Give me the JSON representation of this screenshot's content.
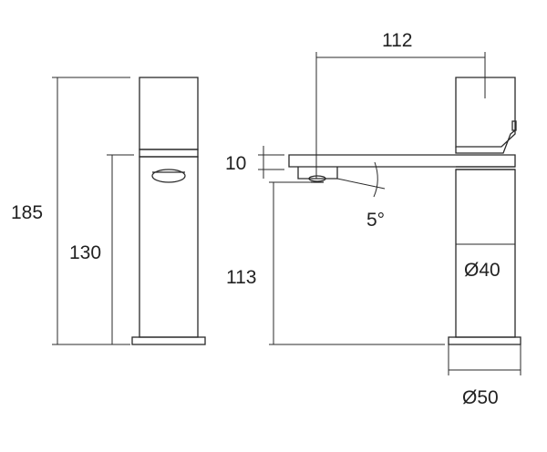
{
  "dimensions": {
    "total_height": "185",
    "lever_to_base_height": "130",
    "spout_reach": "112",
    "spout_thickness": "10",
    "spout_angle": "5°",
    "spout_clearance": "113",
    "body_diameter": "Ø40",
    "base_diameter": "Ø50"
  }
}
